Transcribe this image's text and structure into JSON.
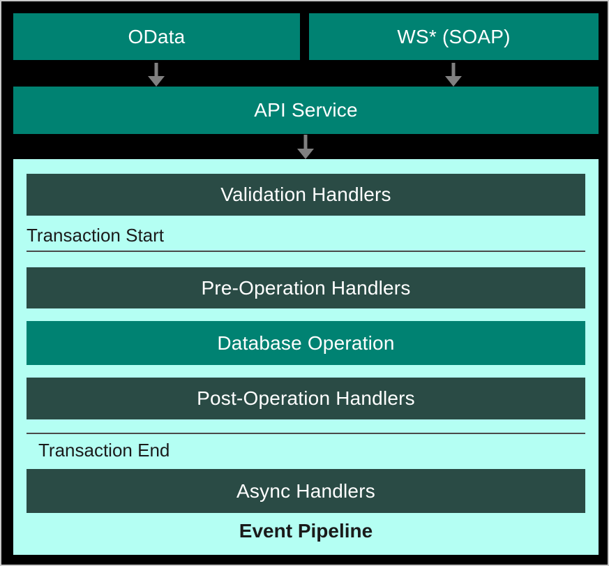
{
  "diagram": {
    "title": "Event Pipeline",
    "sources": [
      {
        "label": "OData"
      },
      {
        "label": "WS* (SOAP)"
      }
    ],
    "api_service": {
      "label": "API Service"
    },
    "pipeline": {
      "title": "Event Pipeline",
      "stages": [
        {
          "label": "Validation Handlers",
          "variant": "dark"
        },
        {
          "label": "Pre-Operation Handlers",
          "variant": "dark"
        },
        {
          "label": "Database Operation",
          "variant": "teal"
        },
        {
          "label": "Post-Operation Handlers",
          "variant": "dark"
        },
        {
          "label": "Async Handlers",
          "variant": "dark"
        }
      ],
      "markers": {
        "transaction_start": "Transaction Start",
        "transaction_end": "Transaction End"
      }
    },
    "colors": {
      "teal": "#008272",
      "dark_slate": "#2a4b45",
      "pipeline_background": "#b4fff3",
      "canvas_background": "#000000",
      "arrow_gray": "#808080",
      "outer_border": "#c9c9c9",
      "divider": "#4a4a4a",
      "box_text": "#ffffff",
      "pipeline_text": "#1b1b1b"
    }
  }
}
